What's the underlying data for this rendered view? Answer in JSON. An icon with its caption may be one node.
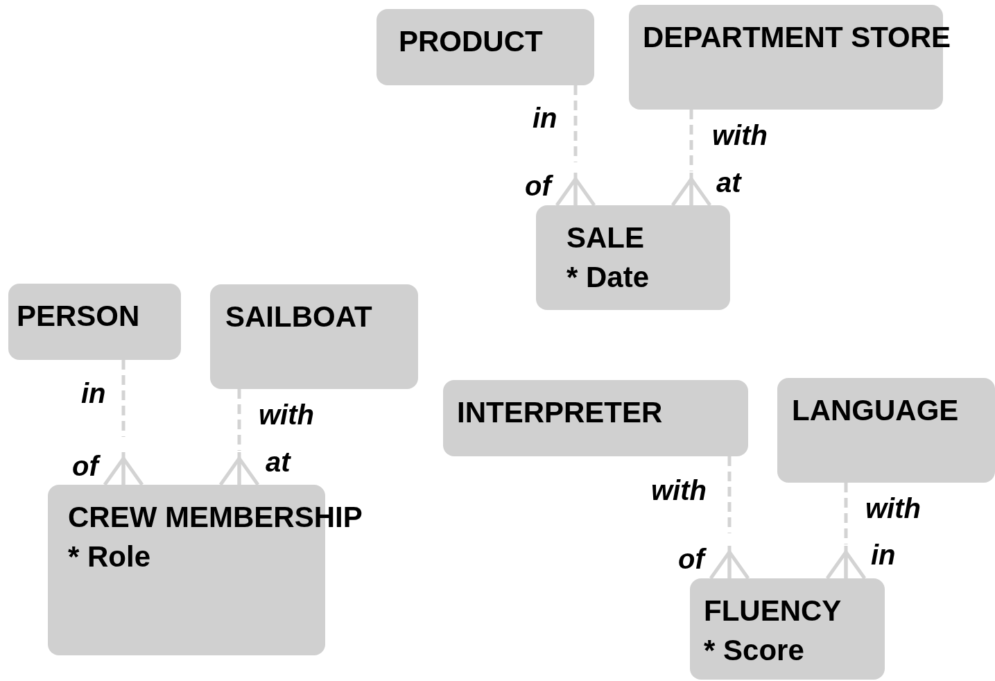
{
  "diagram": {
    "nodes": [
      {
        "text": [
          "PRODUCT"
        ]
      },
      {
        "text": [
          "DEPARTMENT STORE"
        ]
      },
      {
        "text": [
          "SALE",
          "* Date"
        ]
      },
      {
        "text": [
          "PERSON"
        ]
      },
      {
        "text": [
          "SAILBOAT"
        ]
      },
      {
        "text": [
          "CREW MEMBERSHIP",
          "* Role"
        ]
      },
      {
        "text": [
          "INTERPRETER"
        ]
      },
      {
        "text": [
          "LANGUAGE"
        ]
      },
      {
        "text": [
          "FLUENCY",
          "* Score"
        ]
      }
    ],
    "edges": [
      {
        "from": 0,
        "to": 2,
        "arrow": "other",
        "style": "dashed"
      },
      {
        "from": 1,
        "to": 2,
        "arrow": "other",
        "style": "dashed"
      },
      {
        "from": 3,
        "to": 5,
        "arrow": "other",
        "style": "dashed"
      },
      {
        "from": 4,
        "to": 5,
        "arrow": "other",
        "style": "dashed"
      },
      {
        "from": 6,
        "to": 8,
        "arrow": "other",
        "style": "dashed"
      },
      {
        "from": 7,
        "to": 8,
        "arrow": "other",
        "style": "dashed"
      }
    ],
    "labels": [
      "in",
      "of",
      "with",
      "at",
      "in",
      "of",
      "with",
      "at",
      "with",
      "of",
      "with",
      "in"
    ]
  }
}
